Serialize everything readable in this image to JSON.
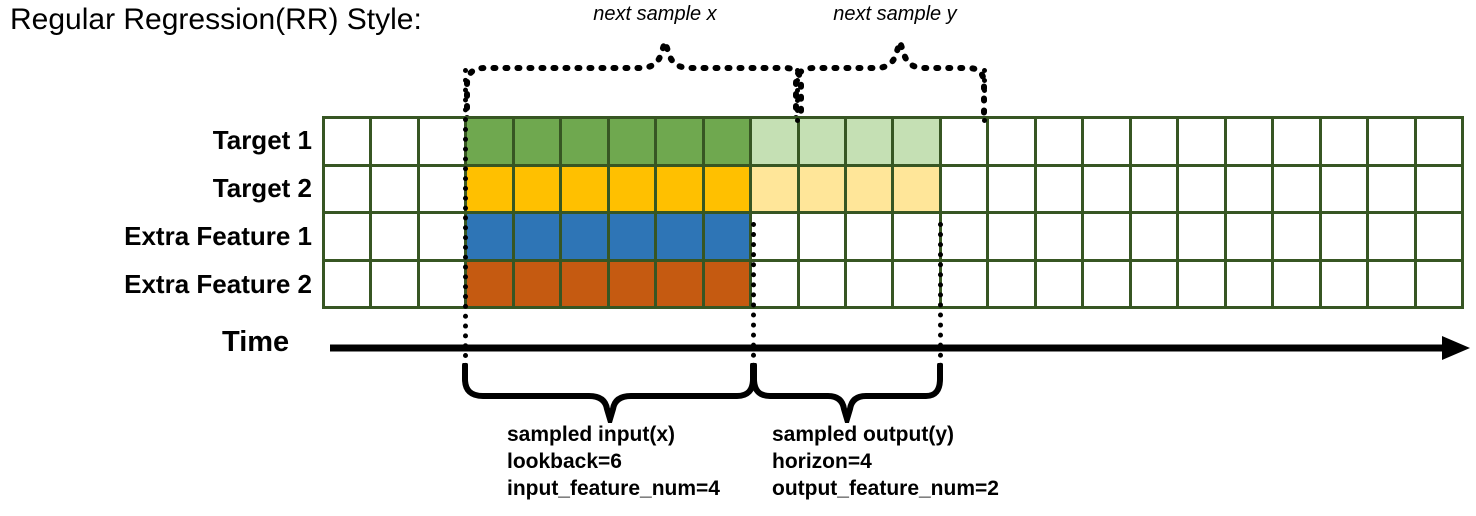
{
  "title": "Regular Regression(RR) Style:",
  "annotations": {
    "next_sample_x": "next sample x",
    "next_sample_y": "next sample y"
  },
  "rows": [
    {
      "label": "Target 1",
      "color": "#6FA84F",
      "faded_color": "#C5E0B4"
    },
    {
      "label": "Target 2",
      "color": "#FFC000",
      "faded_color": "#FFE699"
    },
    {
      "label": "Extra Feature 1",
      "color": "#2E75B6",
      "faded_color": null
    },
    {
      "label": "Extra Feature 2",
      "color": "#C55A11",
      "faded_color": null
    }
  ],
  "axis": {
    "label": "Time"
  },
  "grid": {
    "columns": 24,
    "leading_empty": 3,
    "lookback_cells": 6,
    "horizon_cells": 4,
    "trailing_empty": 11,
    "border_color": "#375623",
    "empty_color": "#FFFFFF"
  },
  "input_block": {
    "line1": "sampled input(x)",
    "line2": "lookback=6",
    "line3": "input_feature_num=4"
  },
  "output_block": {
    "line1": "sampled output(y)",
    "line2": "horizon=4",
    "line3": "output_feature_num=2"
  },
  "chart_data": {
    "type": "table",
    "title": "Regular Regression(RR) Style:",
    "categories": [
      "Target 1",
      "Target 2",
      "Extra Feature 1",
      "Extra Feature 2"
    ],
    "series": [
      {
        "name": "Target 1",
        "values": [
          "empty",
          "empty",
          "empty",
          "x",
          "x",
          "x",
          "x",
          "x",
          "x",
          "y",
          "y",
          "y",
          "y",
          "empty",
          "empty",
          "empty",
          "empty",
          "empty",
          "empty",
          "empty",
          "empty",
          "empty",
          "empty",
          "empty"
        ]
      },
      {
        "name": "Target 2",
        "values": [
          "empty",
          "empty",
          "empty",
          "x",
          "x",
          "x",
          "x",
          "x",
          "x",
          "y",
          "y",
          "y",
          "y",
          "empty",
          "empty",
          "empty",
          "empty",
          "empty",
          "empty",
          "empty",
          "empty",
          "empty",
          "empty",
          "empty"
        ]
      },
      {
        "name": "Extra Feature 1",
        "values": [
          "empty",
          "empty",
          "empty",
          "x",
          "x",
          "x",
          "x",
          "x",
          "x",
          "empty",
          "empty",
          "empty",
          "empty",
          "empty",
          "empty",
          "empty",
          "empty",
          "empty",
          "empty",
          "empty",
          "empty",
          "empty",
          "empty",
          "empty"
        ]
      },
      {
        "name": "Extra Feature 2",
        "values": [
          "empty",
          "empty",
          "empty",
          "x",
          "x",
          "x",
          "x",
          "x",
          "x",
          "empty",
          "empty",
          "empty",
          "empty",
          "empty",
          "empty",
          "empty",
          "empty",
          "empty",
          "empty",
          "empty",
          "empty",
          "empty",
          "empty",
          "empty"
        ]
      }
    ],
    "xlabel": "Time",
    "ylabel": "",
    "annotations": [
      "next sample x",
      "next sample y",
      "sampled input(x) lookback=6 input_feature_num=4",
      "sampled output(y) horizon=4 output_feature_num=2"
    ],
    "grid": true,
    "legend": "none"
  }
}
